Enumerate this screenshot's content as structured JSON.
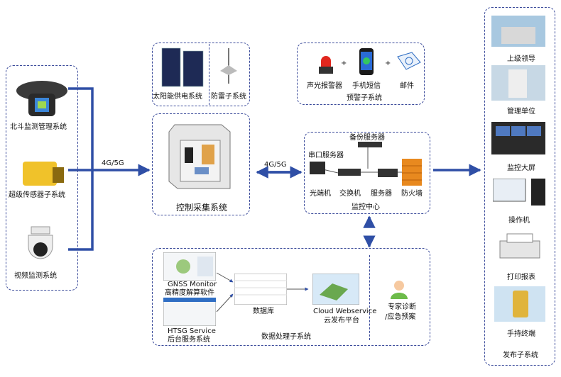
{
  "sensors": {
    "beidou": "北斗监测管理系统",
    "sensor": "超级传感器子系统",
    "video": "视频监测系统"
  },
  "link_left": "4G/5G",
  "link_right": "4G/5G",
  "power": {
    "solar": "太阳能供电系统",
    "lightning": "防雷子系统",
    "cabinet": "控制采集系统"
  },
  "warning": {
    "alarm": "声光报警器",
    "sms": "手机短信",
    "mail": "邮件",
    "plus": "+",
    "title": "预警子系统"
  },
  "monitor": {
    "backup": "备份服务器",
    "serial": "串口服务器",
    "optical": "光端机",
    "switch": "交换机",
    "server": "服务器",
    "firewall": "防火墙",
    "title": "监控中心"
  },
  "data": {
    "gnss1": "GNSS Monitor",
    "gnss2": "高精度解算软件",
    "htsg1": "HTSG Service",
    "htsg2": "后台服务系统",
    "db": "数据库",
    "cloud1": "Cloud Webservice",
    "cloud2": "云发布平台",
    "expert1": "专家诊断",
    "expert2": "/应急预案",
    "title": "数据处理子系统"
  },
  "publish": {
    "leader": "上级领导",
    "unit": "管理单位",
    "screen": "监控大屏",
    "pc": "操作机",
    "printer": "打印报表",
    "handheld": "手持终端",
    "title": "发布子系统"
  },
  "colors": {
    "arrow": "#2f4fa6",
    "border": "#3a4a9a"
  }
}
